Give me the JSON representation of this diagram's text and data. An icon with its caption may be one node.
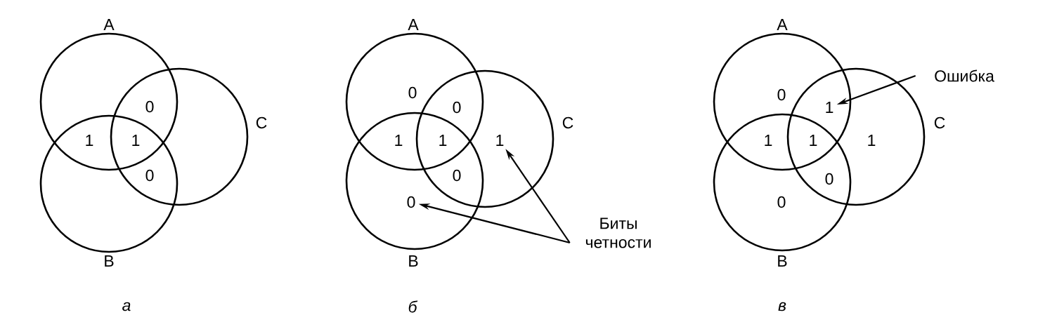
{
  "diagram": {
    "nodes": [
      {
        "text": [
          "A"
        ]
      },
      {
        "text": [
          "B"
        ]
      },
      {
        "text": [
          "C"
        ]
      },
      {
        "text": [
          "A"
        ]
      },
      {
        "text": [
          "B"
        ]
      },
      {
        "text": [
          "C"
        ]
      },
      {
        "text": [
          "1"
        ],
        "in": 5
      },
      {
        "text": [
          "0"
        ],
        "in": 4
      },
      {
        "text": [
          "Биты четности"
        ]
      },
      {
        "text": [
          "A"
        ]
      },
      {
        "text": [
          "B"
        ]
      },
      {
        "text": [
          "C"
        ]
      },
      {
        "text": [
          "Ошибка"
        ]
      },
      {
        "text": [
          "1"
        ]
      }
    ],
    "edges": [
      {
        "from": 8,
        "to": 6,
        "arrow": "to"
      },
      {
        "from": 8,
        "to": 7,
        "arrow": "to"
      },
      {
        "from": 12,
        "to": 13,
        "arrow": "to"
      }
    ],
    "labels": [
      "0",
      "1",
      "1",
      "0",
      "0",
      "0",
      "1",
      "1",
      "0",
      "0",
      "1",
      "1",
      "1",
      "0",
      "0",
      "а",
      "б",
      "в"
    ]
  }
}
